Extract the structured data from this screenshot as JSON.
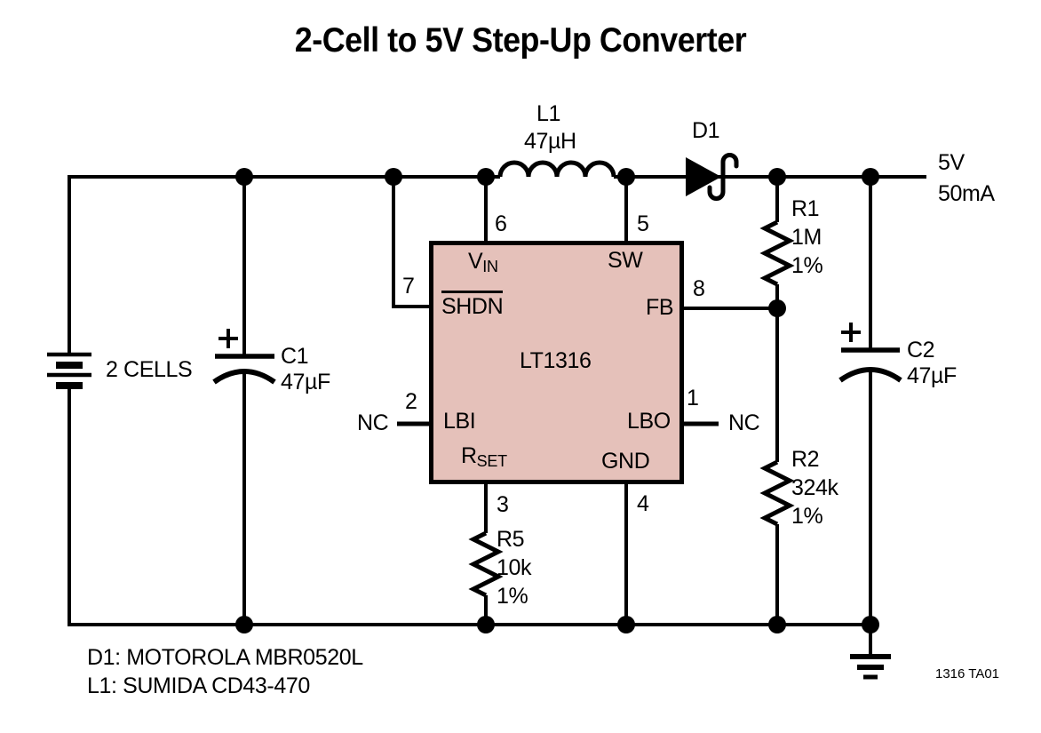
{
  "title": "2-Cell to 5V Step-Up Converter",
  "output": {
    "voltage": "5V",
    "current": "50mA"
  },
  "battery": {
    "label": "2 CELLS"
  },
  "capacitors": {
    "c1": {
      "ref": "C1",
      "value": "47µF",
      "polarity": "+"
    },
    "c2": {
      "ref": "C2",
      "value": "47µF",
      "polarity": "+"
    }
  },
  "inductor": {
    "ref": "L1",
    "value": "47µH"
  },
  "diode": {
    "ref": "D1"
  },
  "resistors": {
    "r1": {
      "ref": "R1",
      "value": "1M",
      "tol": "1%"
    },
    "r2": {
      "ref": "R2",
      "value": "324k",
      "tol": "1%"
    },
    "r5": {
      "ref": "R5",
      "value": "10k",
      "tol": "1%"
    }
  },
  "ic": {
    "part": "LT1316",
    "pin_labels": {
      "vin_main": "V",
      "vin_sub": "IN",
      "sw": "SW",
      "shdn": "SHDN",
      "fb": "FB",
      "lbi": "LBI",
      "lbo": "LBO",
      "rset_main": "R",
      "rset_sub": "SET",
      "gnd": "GND"
    },
    "pin_numbers": {
      "vin": "6",
      "sw": "5",
      "shdn": "7",
      "fb": "8",
      "lbi": "2",
      "lbo": "1",
      "rset": "3",
      "gnd": "4"
    }
  },
  "nc": {
    "left": "NC",
    "right": "NC"
  },
  "notes": [
    "D1: MOTOROLA MBR0520L",
    "L1: SUMIDA CD43-470"
  ],
  "figure_id": "1316 TA01",
  "colors": {
    "ic_fill": "#e5c1ba",
    "line": "#000000"
  }
}
